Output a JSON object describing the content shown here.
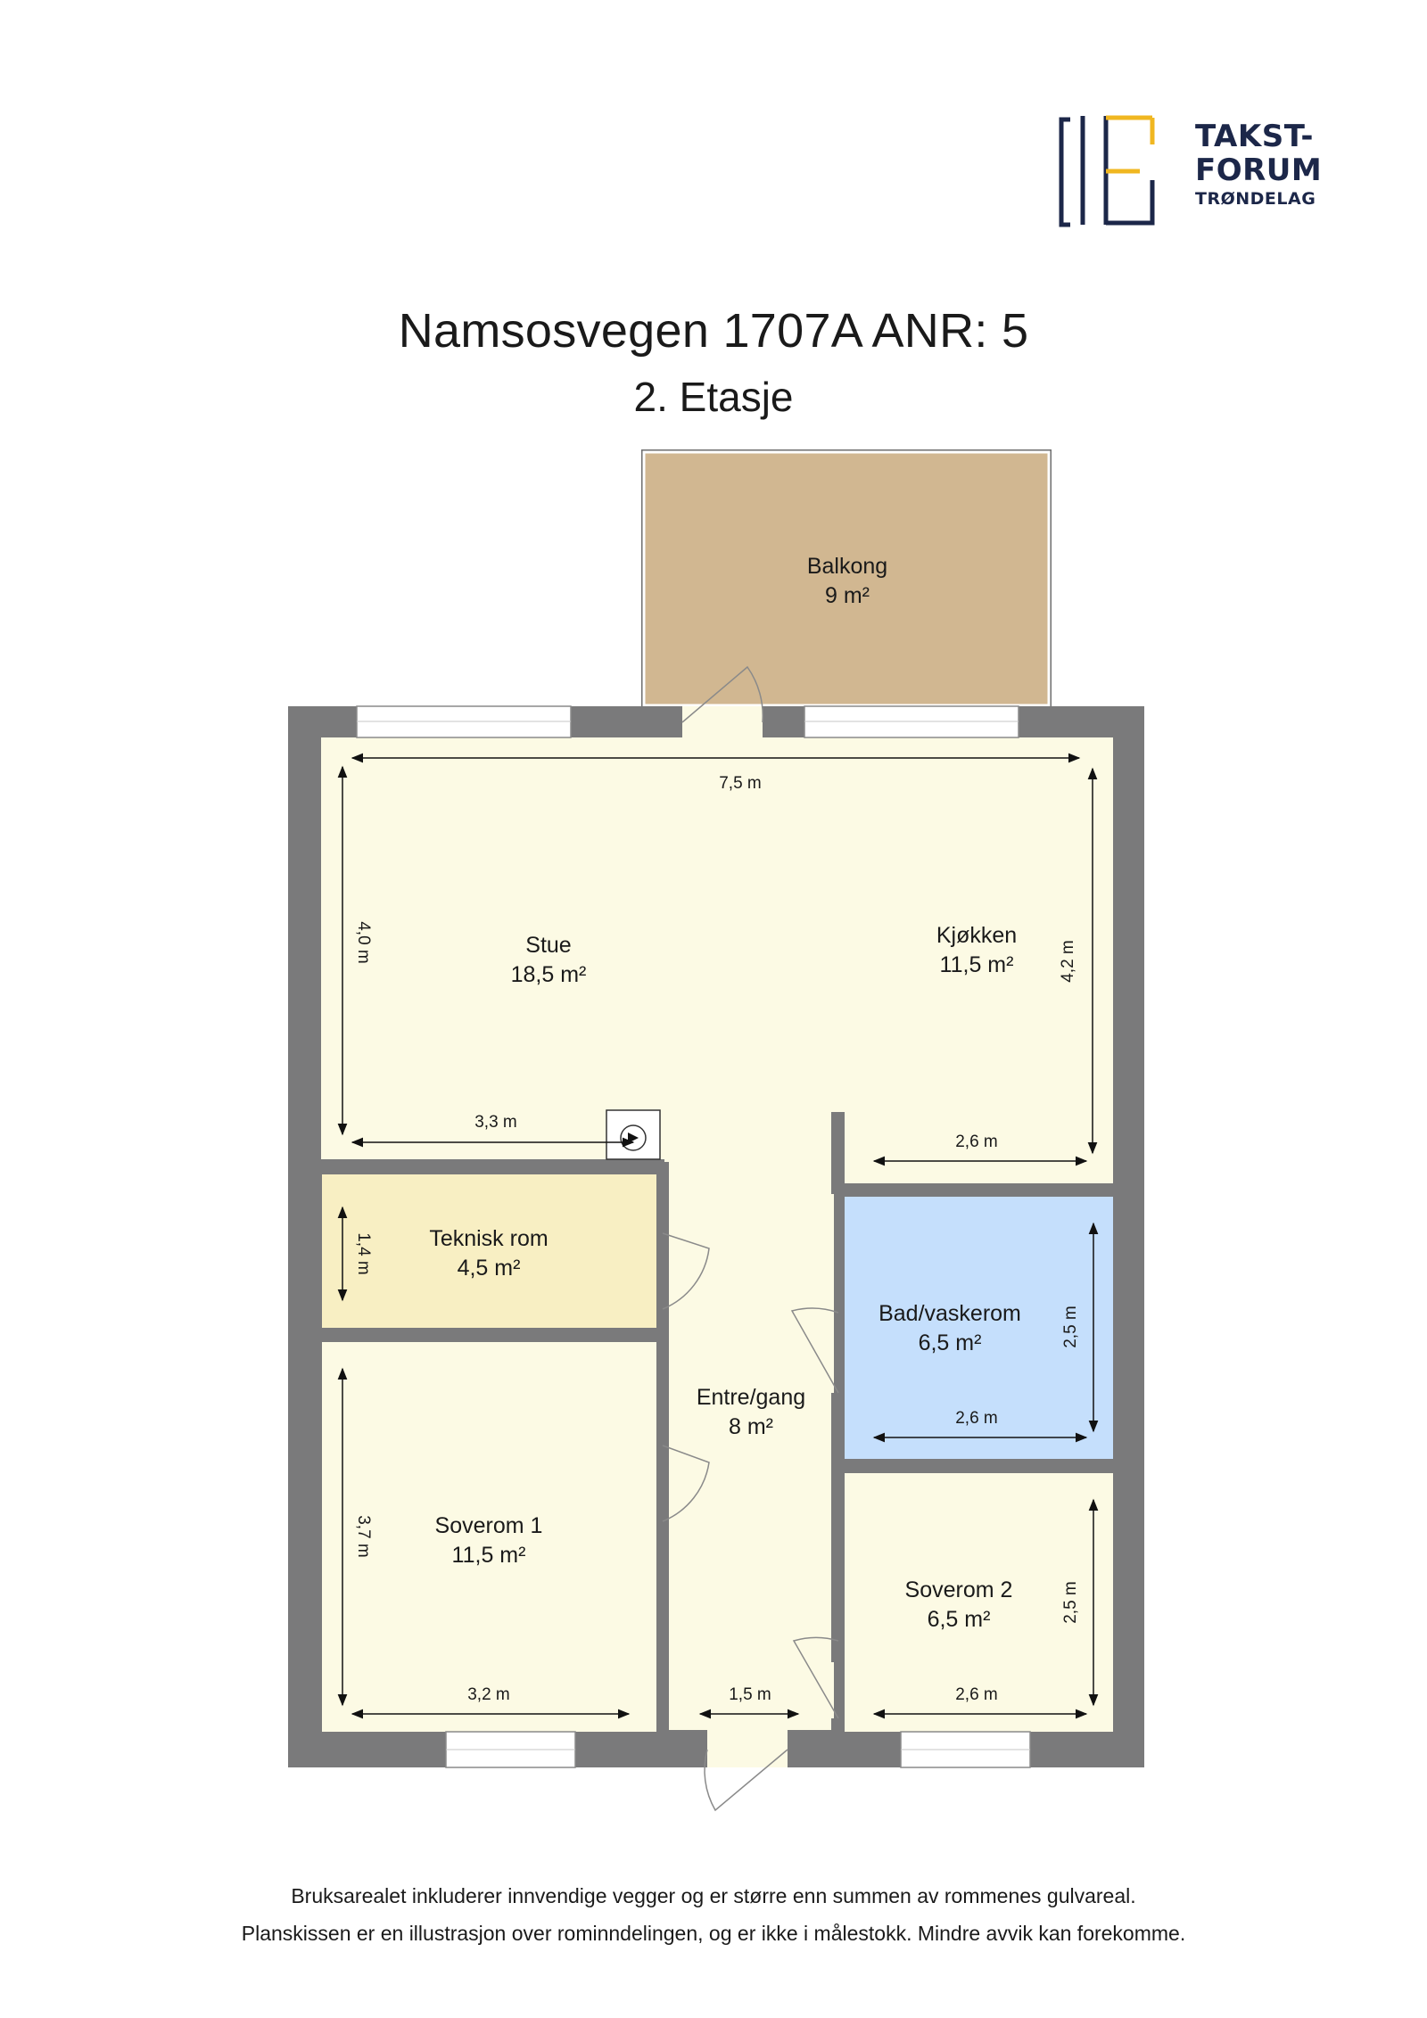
{
  "logo": {
    "line1": "TAKST-",
    "line2": "FORUM",
    "line3": "TRØNDELAG",
    "icon": "takstforum-logo-icon"
  },
  "header": {
    "title": "Namsosvegen 1707A ANR: 5",
    "subtitle": "2. Etasje"
  },
  "rooms": {
    "balkong": {
      "name": "Balkong",
      "area": "9 m²"
    },
    "stue": {
      "name": "Stue",
      "area": "18,5 m²"
    },
    "kjokken": {
      "name": "Kjøkken",
      "area": "11,5 m²"
    },
    "teknisk": {
      "name": "Teknisk rom",
      "area": "4,5 m²"
    },
    "bad": {
      "name": "Bad/vaskerom",
      "area": "6,5 m²"
    },
    "entre": {
      "name": "Entre/gang",
      "area": "8 m²"
    },
    "soverom1": {
      "name": "Soverom 1",
      "area": "11,5 m²"
    },
    "soverom2": {
      "name": "Soverom 2",
      "area": "6,5 m²"
    }
  },
  "dimensions": {
    "total_width": "7,5 m",
    "stue_height": "4,0 m",
    "kjokken_height": "4,2 m",
    "stue_width": "3,3 m",
    "kjokken_width": "2,6 m",
    "teknisk_height": "1,4 m",
    "bad_height": "2,5 m",
    "bad_width": "2,6 m",
    "soverom1_height": "3,7 m",
    "soverom1_width": "3,2 m",
    "entre_width": "1,5 m",
    "soverom2_height": "2,5 m",
    "soverom2_width": "2,6 m"
  },
  "colors": {
    "wall": "#7a7a7b",
    "living": "#fcfae4",
    "technical": "#f8efc3",
    "bathroom": "#c5dffc",
    "balcony": "#d1b791",
    "logo_navy": "#1c2749",
    "logo_gold": "#f0b721"
  },
  "footer": {
    "line1": "Bruksarealet inkluderer innvendige vegger og er større enn summen av rommenes gulvareal.",
    "line2": "Planskissen er en illustrasjon over rominndelingen, og er ikke i målestokk. Mindre avvik kan forekomme."
  }
}
